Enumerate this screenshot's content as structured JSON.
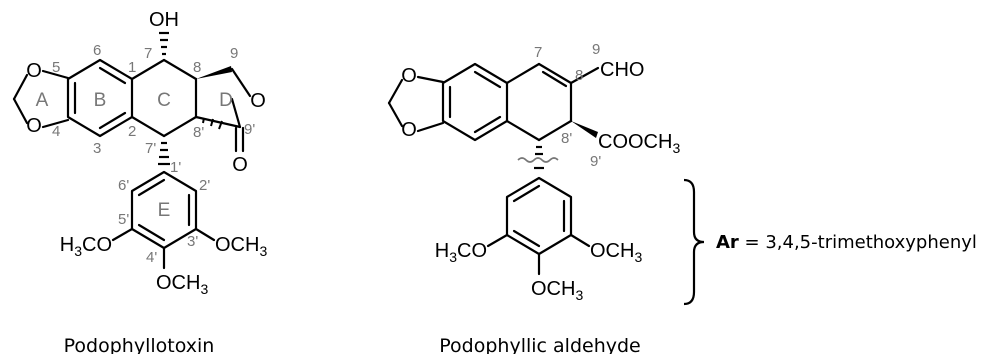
{
  "podophyllotoxin": {
    "caption": "Podophyllotoxin",
    "atoms": {
      "hydroxyl": "OH",
      "ring_oxygen_top": "O",
      "ring_oxygen_bottom": "O",
      "lactone_oxygen": "O",
      "carbonyl_oxygen": "O",
      "methoxy_left": "H",
      "methoxy_left_sub": "3",
      "methoxy_left_tail": "CO",
      "methoxy_right": "OCH",
      "methoxy_right_sub": "3",
      "methoxy_bottom": "OCH",
      "methoxy_bottom_sub": "3"
    },
    "ring_labels": {
      "a": "A",
      "b": "B",
      "c": "C",
      "d": "D",
      "e": "E"
    },
    "locants": {
      "n1": "1",
      "n2": "2",
      "n3": "3",
      "n4": "4",
      "n5": "5",
      "n6": "6",
      "n7": "7",
      "n8": "8",
      "n9": "9",
      "n7p": "7'",
      "n8p": "8'",
      "n9p": "9'",
      "n1p": "1'",
      "n2p": "2'",
      "n3p": "3'",
      "n4p": "4'",
      "n5p": "5'",
      "n6p": "6'"
    }
  },
  "podophyllic_aldehyde": {
    "caption": "Podophyllic aldehyde",
    "atoms": {
      "ring_oxygen_top": "O",
      "ring_oxygen_bottom": "O",
      "aldehyde": "CHO",
      "ester": "COOCH",
      "ester_sub": "3",
      "methoxy_left": "H",
      "methoxy_left_sub": "3",
      "methoxy_left_tail": "CO",
      "methoxy_right": "OCH",
      "methoxy_right_sub": "3",
      "methoxy_bottom": "OCH",
      "methoxy_bottom_sub": "3"
    },
    "locants": {
      "n7": "7",
      "n8": "8",
      "n9": "9",
      "n8p": "8'",
      "n9p": "9'"
    }
  },
  "legend": {
    "symbol": "Ar",
    "text": " = 3,4,5-trimethoxyphenyl"
  }
}
